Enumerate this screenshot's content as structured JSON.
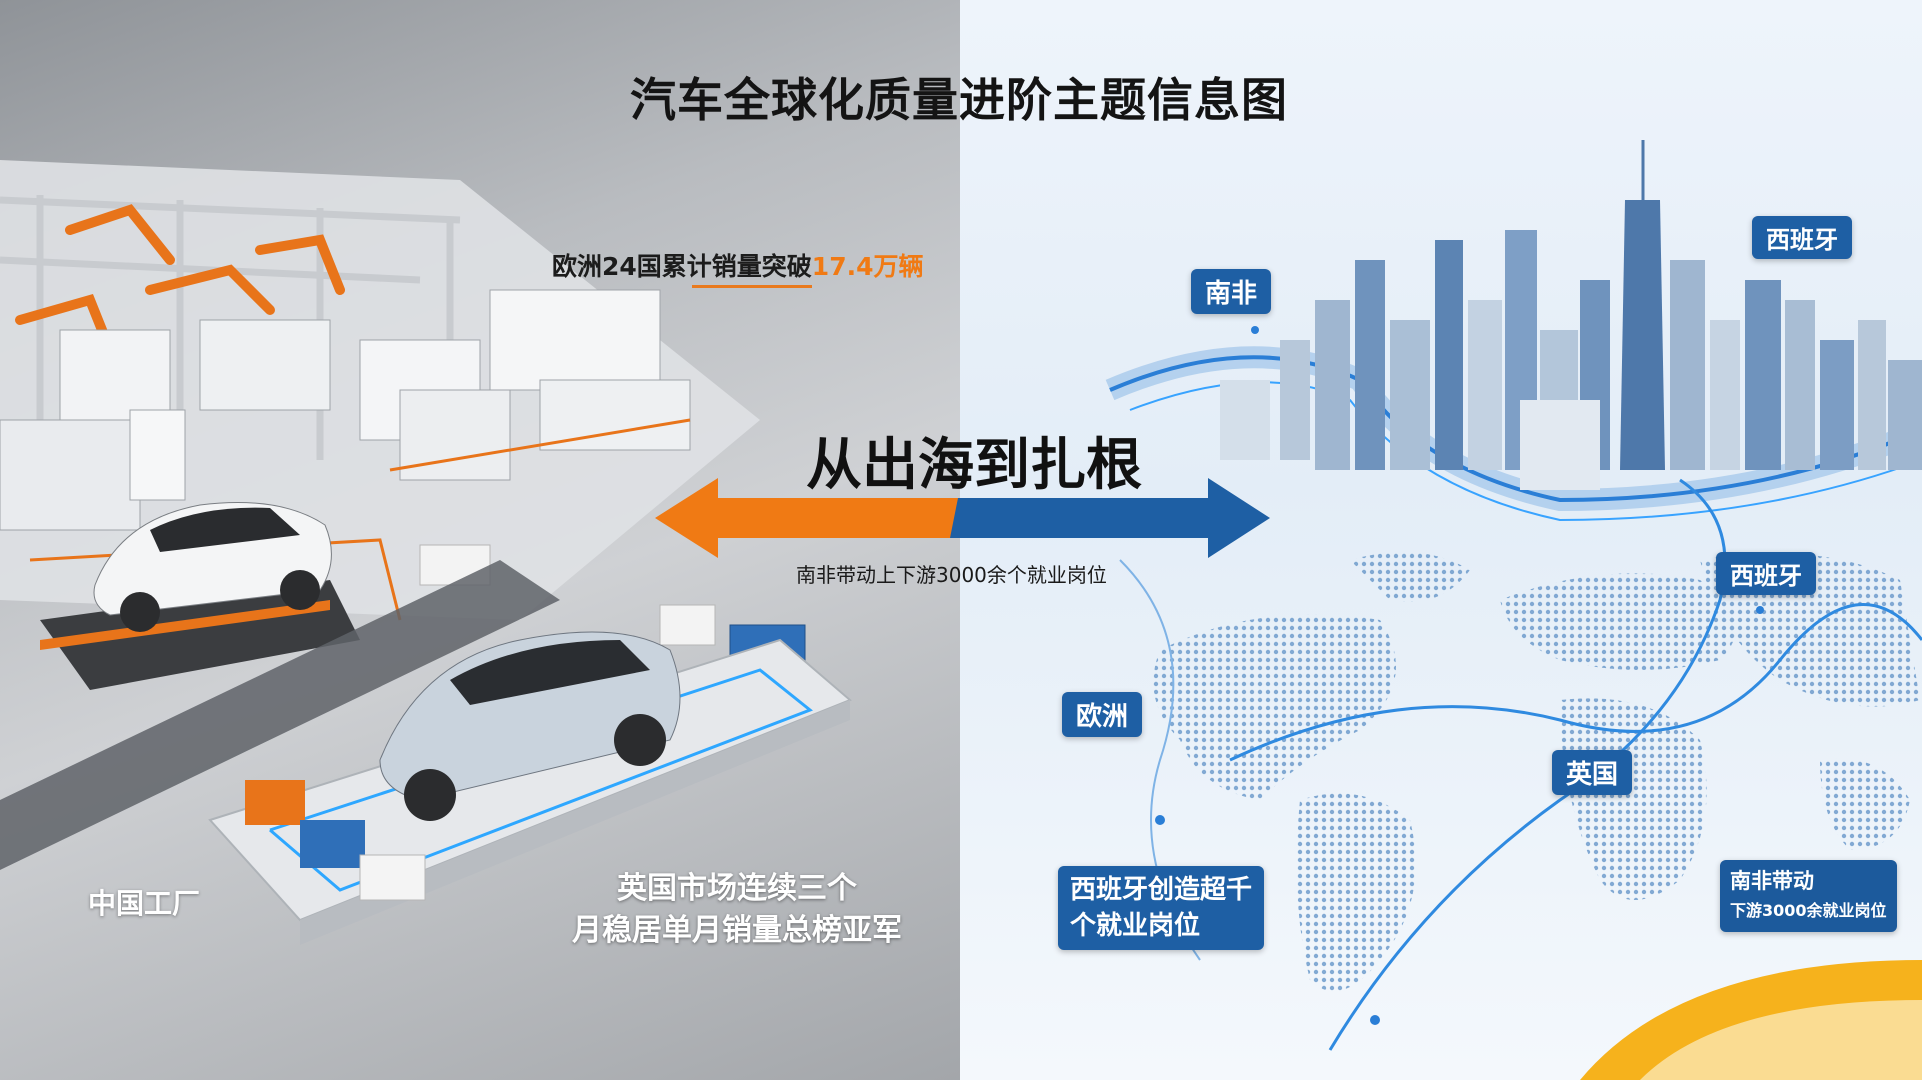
{
  "title": "汽车全球化质量进阶主题信息图",
  "left_panel": {
    "factory_label": "中国工厂",
    "europe_sales": {
      "text": "欧洲24国累计销量突破",
      "highlight": "17.4万辆"
    },
    "uk_market": {
      "line1": "英国市场连续三个",
      "line2": "月稳居单月销量总榜亚军"
    }
  },
  "center": {
    "headline": "从出海到扎根",
    "subtext": "南非带动上下游3000余个就业岗位",
    "arrow_colors": {
      "left": "#f07a14",
      "right": "#1e5fa4"
    }
  },
  "right_panel": {
    "tags": {
      "south_africa": "南非",
      "spain_top": "西班牙",
      "spain_mid": "西班牙",
      "europe": "欧洲",
      "uk": "英国"
    },
    "spain_jobs": {
      "line1": "西班牙创造超千",
      "line2": "个就业岗位"
    },
    "south_africa_jobs": {
      "line1": "南非带动",
      "line2": "下游3000余就业岗位"
    }
  },
  "colors": {
    "accent_orange": "#f07a14",
    "accent_blue": "#1e5fa4"
  }
}
